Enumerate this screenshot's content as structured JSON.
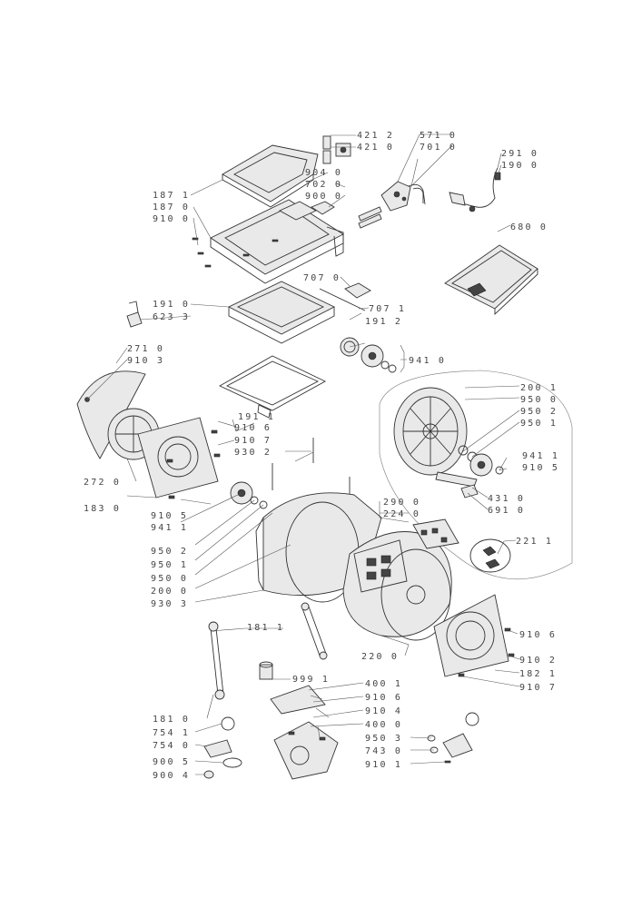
{
  "diagram": {
    "labels": [
      {
        "id": "421-2",
        "text": "421 2"
      },
      {
        "id": "421-0",
        "text": "421 0"
      },
      {
        "id": "571-0",
        "text": "571 0"
      },
      {
        "id": "701-0",
        "text": "701 0"
      },
      {
        "id": "291-0",
        "text": "291 0"
      },
      {
        "id": "190-0",
        "text": "190 0"
      },
      {
        "id": "904-0",
        "text": "904 0"
      },
      {
        "id": "702-0",
        "text": "702 0"
      },
      {
        "id": "900-0",
        "text": "900 0"
      },
      {
        "id": "187-1",
        "text": "187 1"
      },
      {
        "id": "187-0",
        "text": "187 0"
      },
      {
        "id": "910-0",
        "text": "910 0"
      },
      {
        "id": "680-0",
        "text": "680 0"
      },
      {
        "id": "707-0",
        "text": "707 0"
      },
      {
        "id": "191-0",
        "text": "191 0"
      },
      {
        "id": "623-3",
        "text": "623 3"
      },
      {
        "id": "707-1",
        "text": "707 1"
      },
      {
        "id": "191-2",
        "text": "191 2"
      },
      {
        "id": "271-0",
        "text": "271 0"
      },
      {
        "id": "910-3",
        "text": "910 3"
      },
      {
        "id": "941-0",
        "text": "941 0"
      },
      {
        "id": "191-1",
        "text": "191 1"
      },
      {
        "id": "200-1",
        "text": "200 1"
      },
      {
        "id": "950-0a",
        "text": "950 0"
      },
      {
        "id": "950-2a",
        "text": "950 2"
      },
      {
        "id": "950-1a",
        "text": "950 1"
      },
      {
        "id": "910-6a",
        "text": "910 6"
      },
      {
        "id": "910-7a",
        "text": "910 7"
      },
      {
        "id": "930-2",
        "text": "930 2"
      },
      {
        "id": "941-1a",
        "text": "941 1"
      },
      {
        "id": "910-5a",
        "text": "910 5"
      },
      {
        "id": "272-0",
        "text": "272 0"
      },
      {
        "id": "431-0",
        "text": "431 0"
      },
      {
        "id": "691-0",
        "text": "691 0"
      },
      {
        "id": "183-0",
        "text": "183 0"
      },
      {
        "id": "290-0",
        "text": "290 0"
      },
      {
        "id": "224-0",
        "text": "224 0"
      },
      {
        "id": "910-5b",
        "text": "910 5"
      },
      {
        "id": "941-1b",
        "text": "941 1"
      },
      {
        "id": "221-1",
        "text": "221 1"
      },
      {
        "id": "950-2b",
        "text": "950 2"
      },
      {
        "id": "950-1b",
        "text": "950 1"
      },
      {
        "id": "950-0b",
        "text": "950 0"
      },
      {
        "id": "200-0",
        "text": "200 0"
      },
      {
        "id": "930-3",
        "text": "930 3"
      },
      {
        "id": "181-1",
        "text": "181 1"
      },
      {
        "id": "910-6b",
        "text": "910 6"
      },
      {
        "id": "220-0",
        "text": "220 0"
      },
      {
        "id": "910-2",
        "text": "910 2"
      },
      {
        "id": "182-1",
        "text": "182 1"
      },
      {
        "id": "910-7b",
        "text": "910 7"
      },
      {
        "id": "999-1",
        "text": "999 1"
      },
      {
        "id": "400-1",
        "text": "400 1"
      },
      {
        "id": "910-6c",
        "text": "910 6"
      },
      {
        "id": "910-4",
        "text": "910 4"
      },
      {
        "id": "181-0",
        "text": "181 0"
      },
      {
        "id": "400-0",
        "text": "400 0"
      },
      {
        "id": "754-1",
        "text": "754 1"
      },
      {
        "id": "950-3",
        "text": "950 3"
      },
      {
        "id": "754-0",
        "text": "754 0"
      },
      {
        "id": "743-0",
        "text": "743 0"
      },
      {
        "id": "900-5",
        "text": "900 5"
      },
      {
        "id": "910-1",
        "text": "910 1"
      },
      {
        "id": "900-4",
        "text": "900 4"
      }
    ]
  }
}
